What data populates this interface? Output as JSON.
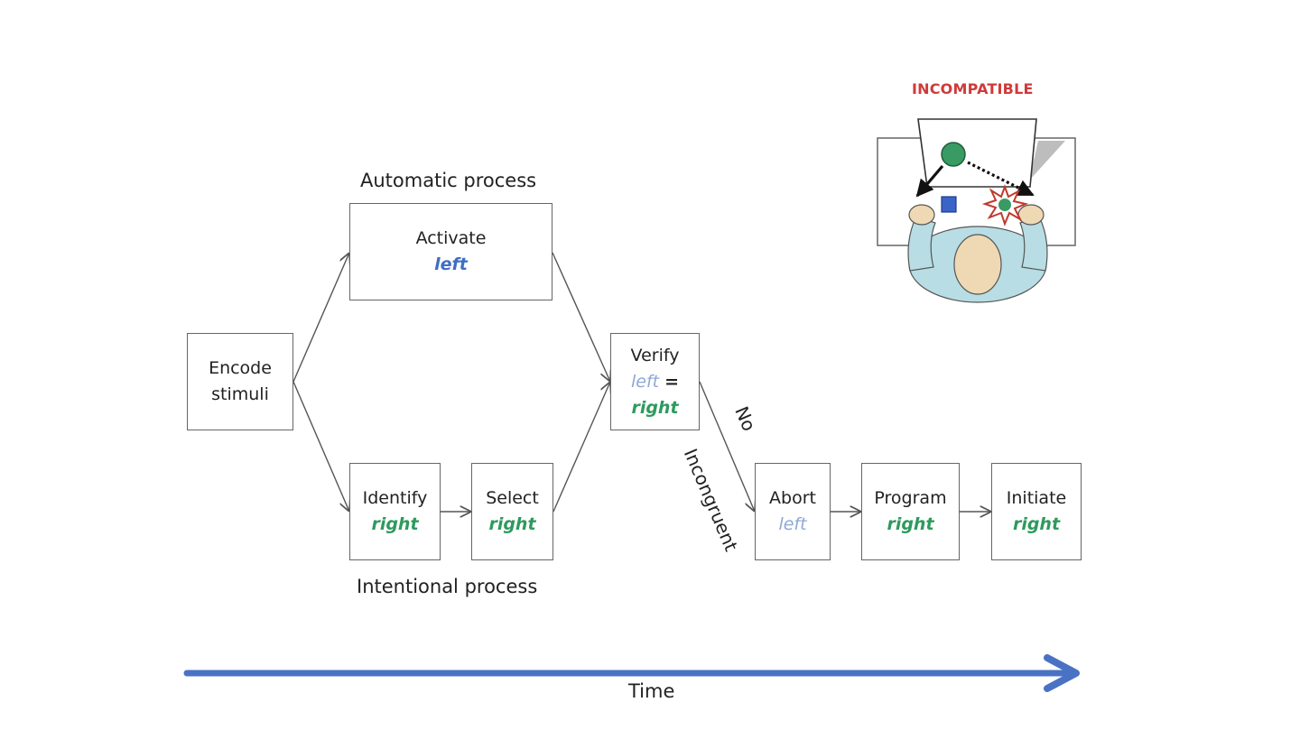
{
  "labels": {
    "automatic": "Automatic process",
    "intentional": "Intentional process",
    "time": "Time",
    "no": "No",
    "incongruent": "Incongruent",
    "incompatible": "INCOMPATIBLE"
  },
  "nodes": {
    "encode": {
      "line1": "Encode",
      "line2": "stimuli"
    },
    "activate": {
      "title": "Activate",
      "value": "left"
    },
    "identify": {
      "title": "Identify",
      "value": "right"
    },
    "select": {
      "title": "Select",
      "value": "right"
    },
    "verify": {
      "title": "Verify",
      "left_value": "left",
      "equals": "=",
      "right_value": "right"
    },
    "abort": {
      "title": "Abort",
      "value": "left"
    },
    "program": {
      "title": "Program",
      "value": "right"
    },
    "initiate": {
      "title": "Initiate",
      "value": "right"
    }
  },
  "colors": {
    "intentional_response": "#2e9a5e",
    "automatic_response": "#3f6fc4",
    "time_arrow": "#4a72c4",
    "incompatible_label": "#d03a3a"
  }
}
